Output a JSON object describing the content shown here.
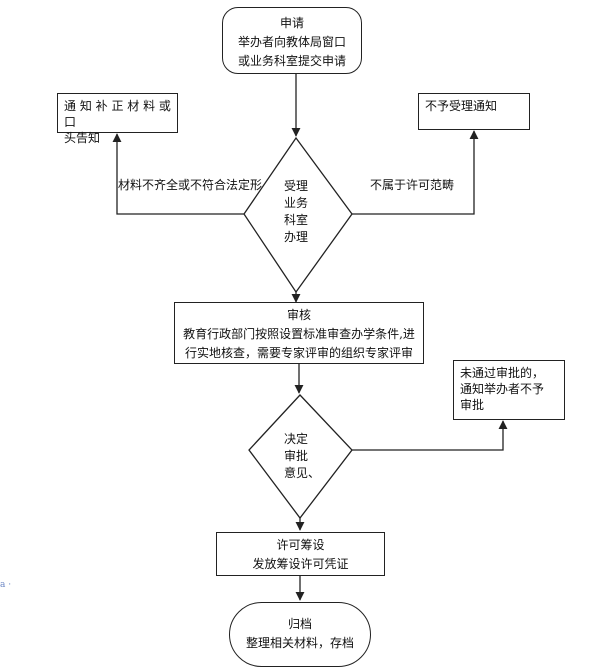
{
  "nodes": {
    "apply": {
      "title": "申请",
      "lines": [
        "举办者向教体局窗口",
        "或业务科室提交申请"
      ]
    },
    "notify_supplement": {
      "lines": [
        "通 知 补 正 材 料 或 口",
        "头告知"
      ]
    },
    "not_accepted": {
      "lines": [
        "不予受理通知"
      ]
    },
    "accept": {
      "lines": [
        "受理",
        "业务",
        "科室",
        "办理"
      ]
    },
    "review": {
      "title": "审核",
      "lines": [
        "教育行政部门按照设置标准审查办学条件,进",
        "行实地核查，需要专家评审的组织专家评审"
      ]
    },
    "not_approved": {
      "lines": [
        "未通过审批的，",
        "通知举办者不予",
        "审批"
      ]
    },
    "decide": {
      "lines": [
        "决定",
        "审批",
        "意见、"
      ]
    },
    "permit": {
      "lines": [
        "许可筹设",
        "发放筹设许可凭证"
      ]
    },
    "archive": {
      "title": "归档",
      "lines": [
        "整理相关材料，存档"
      ]
    }
  },
  "edge_labels": {
    "incomplete": "材料不齐全或不符合法定形",
    "out_of_scope": "不属于许可范畴"
  },
  "margin_mark": "a ·"
}
